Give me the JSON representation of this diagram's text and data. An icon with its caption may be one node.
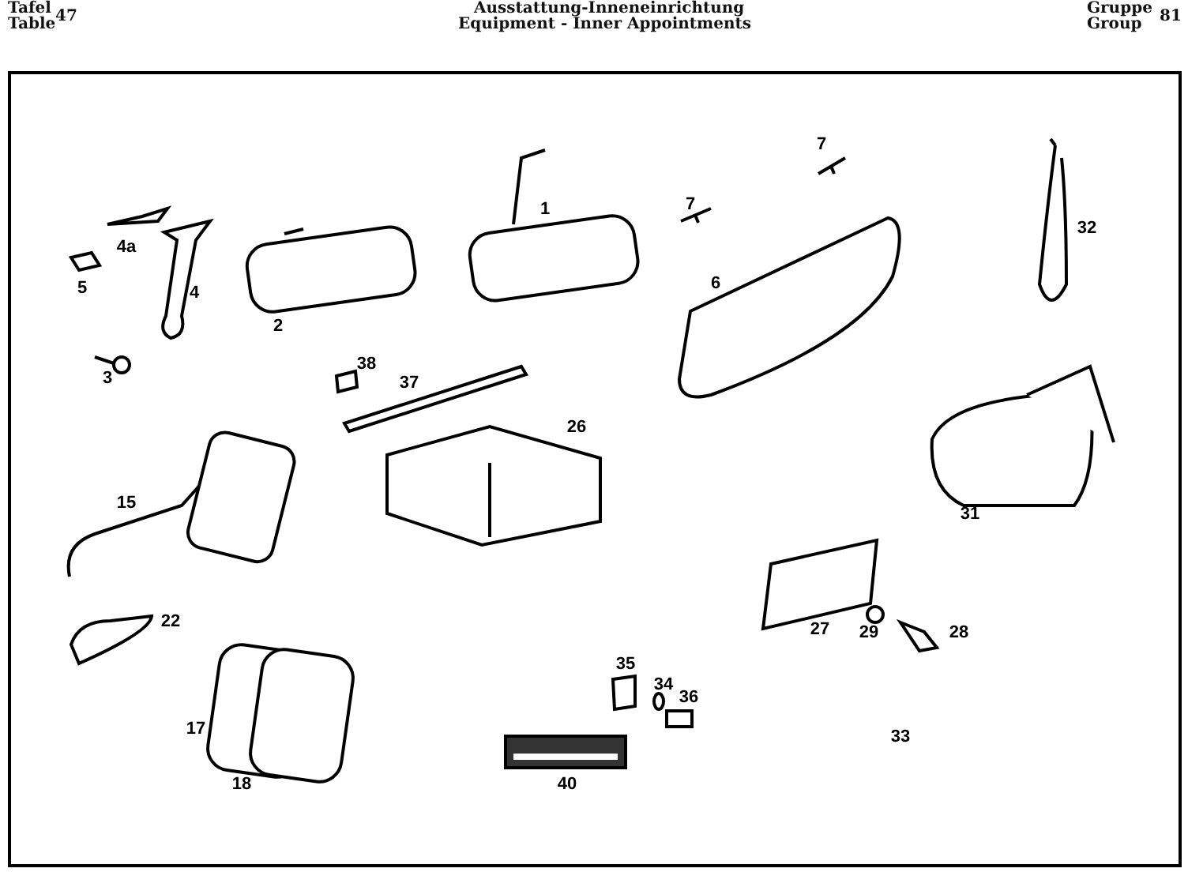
{
  "diagram": {
    "labels": [
      "Tafel",
      "Table",
      "47",
      "Ausstattung-Inneneinrichtung",
      "Equipment - Inner Appointments",
      "Gruppe",
      "Group",
      "81",
      "7",
      "1",
      "7",
      "32",
      "4a",
      "5",
      "4",
      "6",
      "2",
      "3",
      "38",
      "37",
      "26",
      "15",
      "31",
      "22",
      "27",
      "29",
      "28",
      "35",
      "34",
      "36",
      "17",
      "18",
      "33",
      "40"
    ]
  }
}
